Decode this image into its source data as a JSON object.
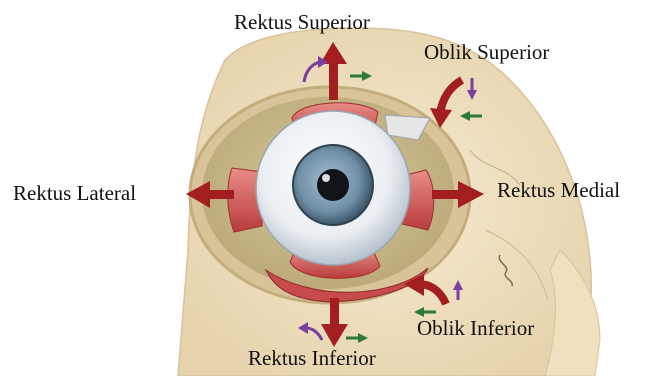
{
  "labels": {
    "rektus_superior": "Rektus Superior",
    "oblik_superior": "Oblik Superior",
    "rektus_lateral": "Rektus Lateral",
    "rektus_medial": "Rektus Medial",
    "oblik_inferior": "Oblik Inferior",
    "rektus_inferior": "Rektus Inferior"
  },
  "colors": {
    "bone": "#f1e2c2",
    "bone_shadow": "#d9c59d",
    "orbit_floor": "#c9b98c",
    "muscle": "#d25a5a",
    "primary_arrow": "#a31e1e",
    "adduction_arrow": "#2e7a3a",
    "torsion_arrow": "#7b3fa0",
    "iris": "#6f8fa6",
    "pupil": "#101418"
  }
}
